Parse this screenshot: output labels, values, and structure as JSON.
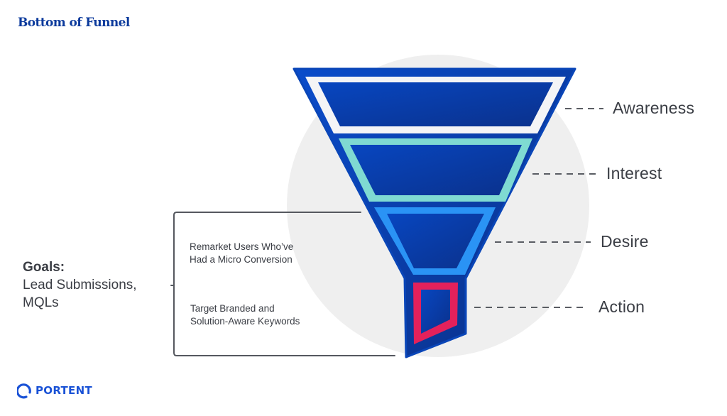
{
  "header": {
    "title": "Bottom of Funnel"
  },
  "funnel": {
    "stages": [
      {
        "label": "Awareness",
        "band_color": "#f4f4f6"
      },
      {
        "label": "Interest",
        "band_color": "#7fdad2"
      },
      {
        "label": "Desire",
        "band_color": "#2a93f5"
      },
      {
        "label": "Action",
        "band_color": "#e3215b"
      }
    ],
    "outer_color": "#0a46b8",
    "inner_fill_color": "#0a3a9e",
    "background_circle_color": "#efefef"
  },
  "goals": {
    "heading": "Goals:",
    "line1": "Lead Submissions,",
    "line2": "MQLs"
  },
  "tactics": [
    {
      "line1": "Remarket Users Who’ve",
      "line2": "Had a Micro Conversion"
    },
    {
      "line1": "Target Branded and",
      "line2": "Solution-Aware Keywords"
    }
  ],
  "brand": {
    "name": "PORTENT",
    "color": "#1a52d6"
  }
}
